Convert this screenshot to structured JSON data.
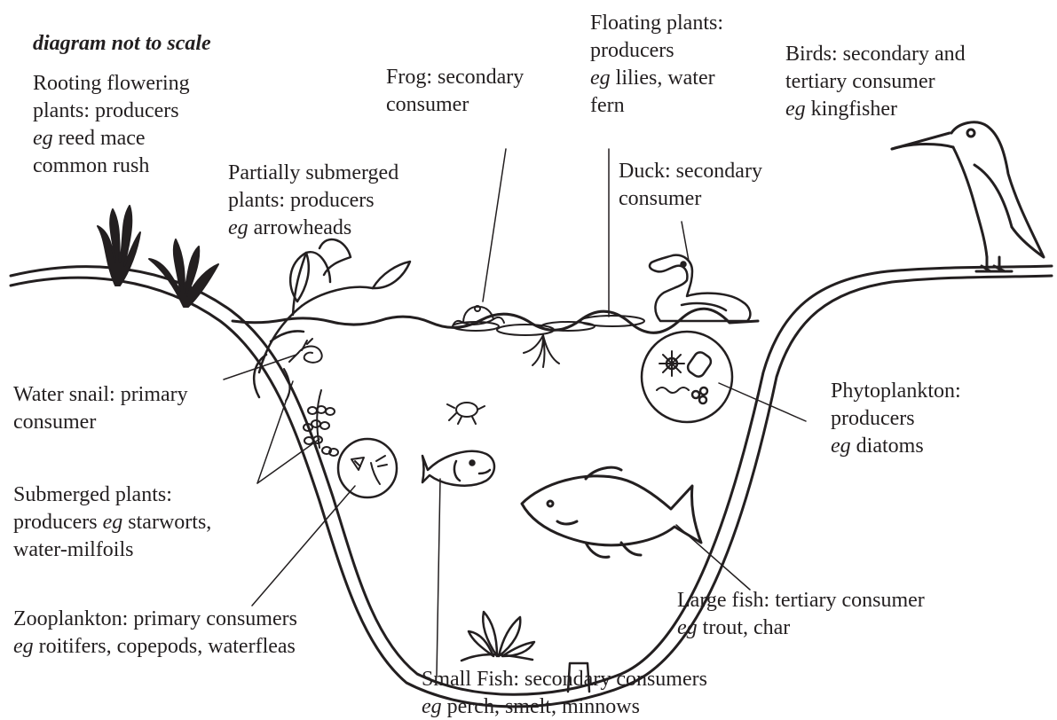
{
  "note": "diagram not to scale",
  "labels": {
    "rooting": {
      "l1": "Rooting flowering",
      "l2": "plants: producers",
      "eg": "eg",
      "l3": " reed mace",
      "l4": "common rush"
    },
    "partially": {
      "l1": "Partially submerged",
      "l2": "plants: producers",
      "eg": "eg",
      "l3": " arrowheads"
    },
    "frog": {
      "l1": "Frog: secondary",
      "l2": "consumer"
    },
    "floating": {
      "l1": "Floating plants:",
      "l2": "producers",
      "eg": "eg",
      "l3": " lilies, water",
      "l4": "fern"
    },
    "duck": {
      "l1": "Duck: secondary",
      "l2": "consumer"
    },
    "birds": {
      "l1": "Birds: secondary and",
      "l2": "tertiary consumer",
      "eg": "eg",
      "l3": " kingfisher"
    },
    "snail": {
      "l1": "Water snail: primary",
      "l2": "consumer"
    },
    "submerged": {
      "l1": "Submerged plants:",
      "l2a": "producers ",
      "eg": "eg",
      "l2b": " starworts,",
      "l3": "water-milfoils"
    },
    "phyto": {
      "l1": "Phytoplankton:",
      "l2": "producers",
      "eg": "eg",
      "l3": " diatoms"
    },
    "zoo": {
      "l1": "Zooplankton: primary consumers",
      "eg": "eg",
      "l2": " roitifers, copepods, waterfleas"
    },
    "largefish": {
      "l1": "Large fish: tertiary consumer",
      "eg": "eg",
      "l2": " trout, char"
    },
    "smallfish": {
      "l1": "Small Fish: secondary consumers",
      "eg": "eg",
      "l2": " perch, smelt, minnows"
    }
  },
  "colors": {
    "ink": "#231f20",
    "background": "#ffffff"
  }
}
